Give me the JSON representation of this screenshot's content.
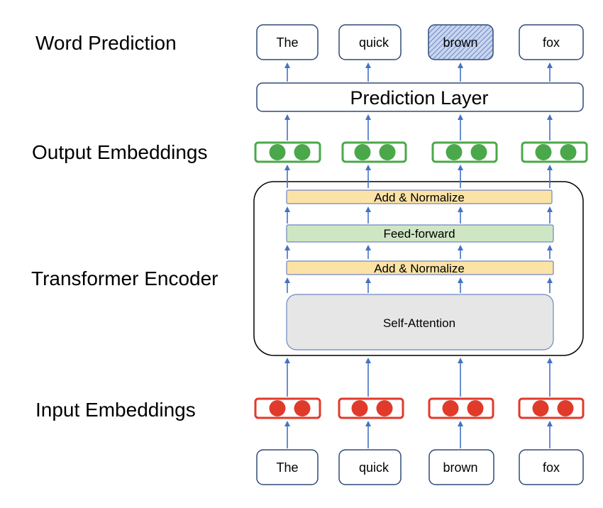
{
  "row_labels": {
    "word_prediction": "Word Prediction",
    "output_embeddings": "Output Embeddings",
    "transformer_encoder": "Transformer Encoder",
    "input_embeddings": "Input Embeddings"
  },
  "output_words": [
    "The",
    "quick",
    "brown",
    "fox"
  ],
  "masked_output_word": "brown",
  "prediction_layer": "Prediction Layer",
  "encoder": {
    "add_normalize_top": "Add & Normalize",
    "feed_forward": "Feed-forward",
    "add_normalize_bottom": "Add & Normalize",
    "self_attention": "Self-Attention"
  },
  "input_words": [
    "The",
    "quick",
    "brown",
    "fox"
  ],
  "colors": {
    "arrow": "#4472C4",
    "output_embedding": "#4aa84a",
    "input_embedding": "#e03a2b",
    "add_normalize_fill": "#fbe3a6",
    "feed_forward_fill": "#cfe6c4",
    "self_attention_fill": "#e6e6e6"
  }
}
